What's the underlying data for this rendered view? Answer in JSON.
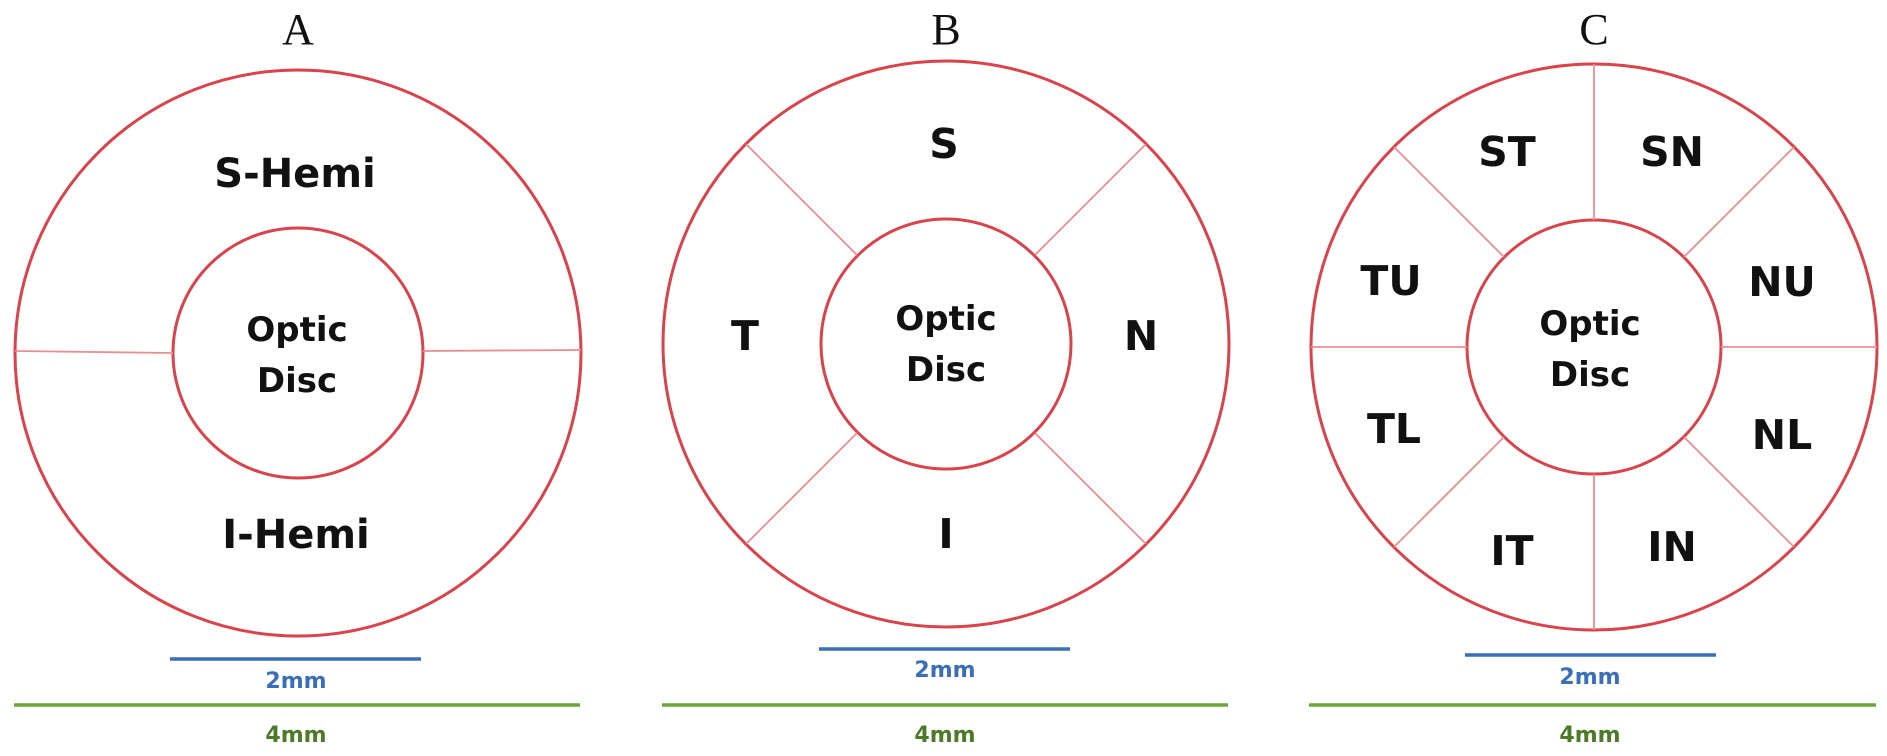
{
  "panels": {
    "a": {
      "title": "A",
      "regions": {
        "superior": "S-Hemi",
        "inferior": "I-Hemi"
      },
      "disc_line1": "Optic",
      "disc_line2": "Disc",
      "scale_small": "2mm",
      "scale_large": "4mm"
    },
    "b": {
      "title": "B",
      "regions": {
        "superior": "S",
        "temporal": "T",
        "nasal": "N",
        "inferior": "I"
      },
      "disc_line1": "Optic",
      "disc_line2": "Disc",
      "scale_small": "2mm",
      "scale_large": "4mm"
    },
    "c": {
      "title": "C",
      "regions": {
        "st": "ST",
        "sn": "SN",
        "tu": "TU",
        "nu": "NU",
        "tl": "TL",
        "nl": "NL",
        "it": "IT",
        "in": "IN"
      },
      "disc_line1": "Optic",
      "disc_line2": "Disc",
      "scale_small": "2mm",
      "scale_large": "4mm"
    }
  },
  "colors": {
    "ring": "#d9434b",
    "sector_line": "#e98f93",
    "scale_2mm": "#3a6fb8",
    "scale_4mm": "#6aa53c",
    "label_4mm": "#4d7a28"
  }
}
